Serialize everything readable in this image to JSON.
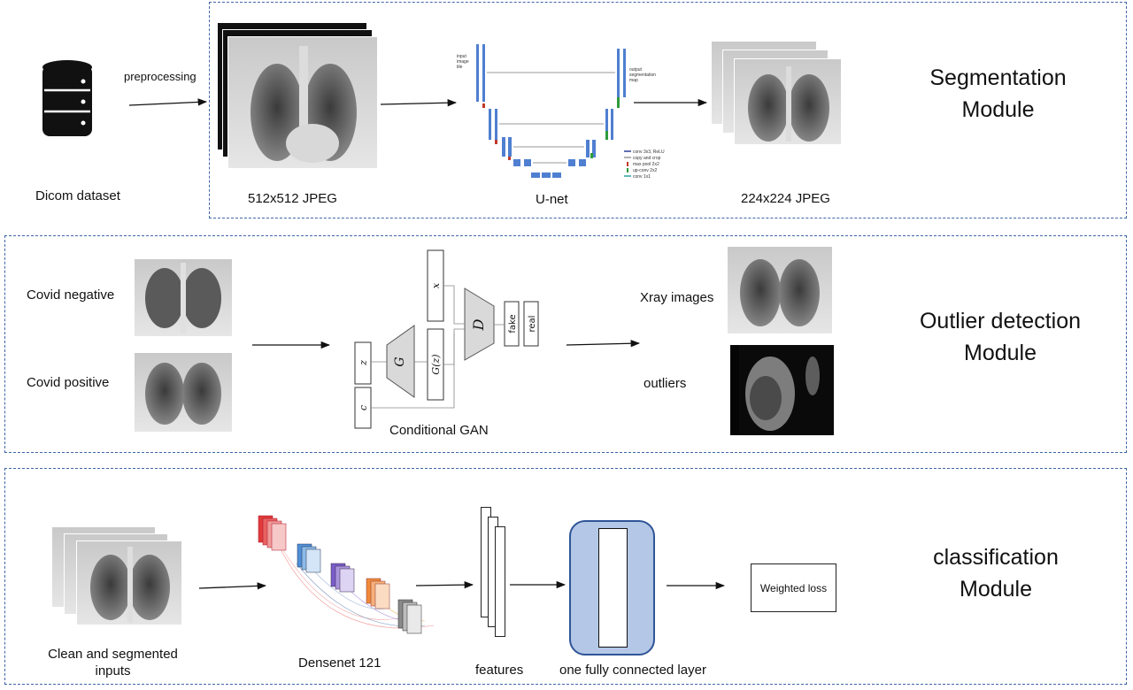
{
  "segmentation": {
    "title_line1": "Segmentation",
    "title_line2": "Module",
    "dicom_label": "Dicom dataset",
    "preprocessing_label": "preprocessing",
    "input_size_label": "512x512 JPEG",
    "unet_label": "U-net",
    "output_size_label": "224x224 JPEG",
    "unet_legend": [
      "conv 3x3, ReLU",
      "copy and crop",
      "max pool 2x2",
      "up-conv 2x2",
      "conv 1x1"
    ],
    "unet_texts": [
      "input",
      "image",
      "tile",
      "output",
      "segmentation",
      "map"
    ]
  },
  "outlier": {
    "title_line1": "Outlier detection",
    "title_line2": "Module",
    "covid_negative_label": "Covid negative",
    "covid_positive_label": "Covid positive",
    "gan_label": "Conditional GAN",
    "gan_nodes": {
      "x": "x",
      "z": "z",
      "c": "c",
      "g": "G",
      "gz": "G(z)",
      "d": "D",
      "fake": "fake",
      "real": "real"
    },
    "xray_images_label": "Xray images",
    "outliers_label": "outliers"
  },
  "classification": {
    "title_line1": "classification",
    "title_line2": "Module",
    "inputs_label_line1": "Clean and segmented",
    "inputs_label_line2": "inputs",
    "densenet_label": "Densenet 121",
    "features_label": "features",
    "fc_label": "one  fully connected layer",
    "weighted_loss_label": "Weighted loss"
  },
  "colors": {
    "dashed_border": "#3f66a8",
    "fc_fill": "#b4c7e7",
    "fc_border": "#2f5597",
    "gan_block": "#d9d9d9",
    "densenet_blocks": [
      "#e03b3b",
      "#4f8fd6",
      "#7a5cc9",
      "#f08a3a",
      "#8a8a8a"
    ]
  }
}
